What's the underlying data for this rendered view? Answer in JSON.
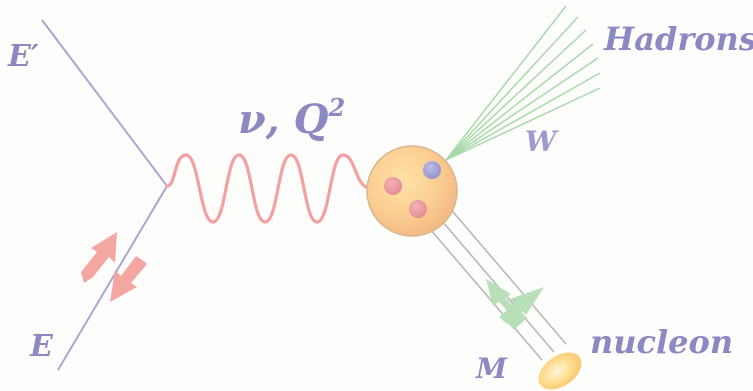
{
  "labels": {
    "e_prime": "E′",
    "e": "E",
    "photon_nu": "ν, Q",
    "photon_sup": "2",
    "hadrons": "Hadrons",
    "w": "W",
    "m": "M",
    "nucleon": "nucleon"
  },
  "colors": {
    "lepton_line": "#a9a6d3",
    "label": "#8c88c2",
    "photon": "#f2a0a0",
    "hadron_jet": "#a8d9a8",
    "arrow_red": "#f4a6a2",
    "arrow_green": "#b8dfb8",
    "quark_red": "#e88f93",
    "quark_blue": "#9c9ad2",
    "nucleon_glow": "#ffd98a"
  }
}
